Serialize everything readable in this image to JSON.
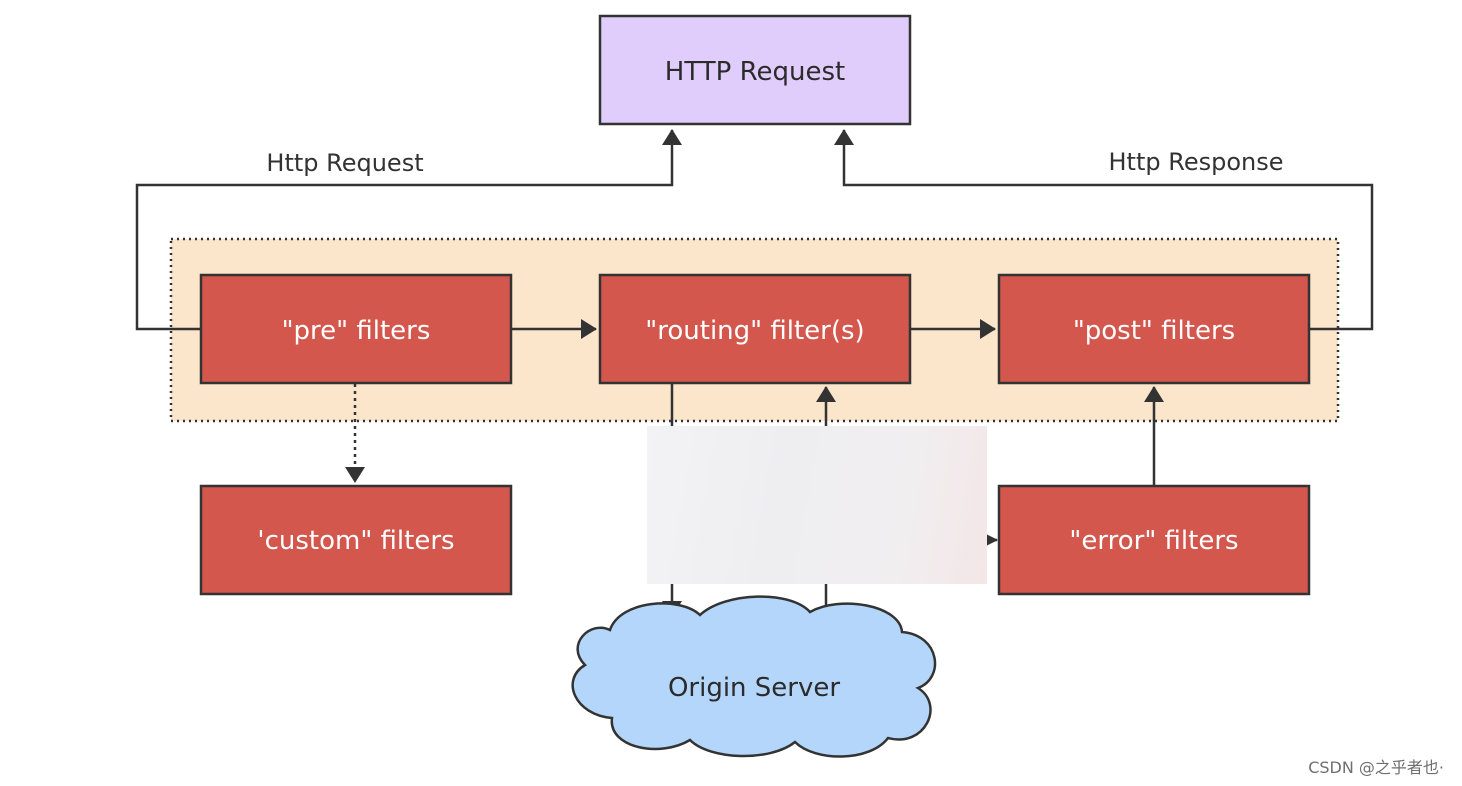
{
  "nodes": {
    "http_request_top": "HTTP Request",
    "pre_filters": "\"pre\" filters",
    "routing_filters": "\"routing\" filter(s)",
    "post_filters": "\"post\" filters",
    "custom_filters": "'custom\" filters",
    "error_filters": "\"error\" filters",
    "origin_server": "Origin Server"
  },
  "edge_labels": {
    "http_request": "Http Request",
    "http_response": "Http Response"
  },
  "watermark": "CSDN @之乎者也·",
  "colors": {
    "filter_box": "#d4574e",
    "request_box": "#e0cdfb",
    "cloud": "#b5d6fb",
    "zone": "#fbe5cb",
    "line": "#333333"
  }
}
